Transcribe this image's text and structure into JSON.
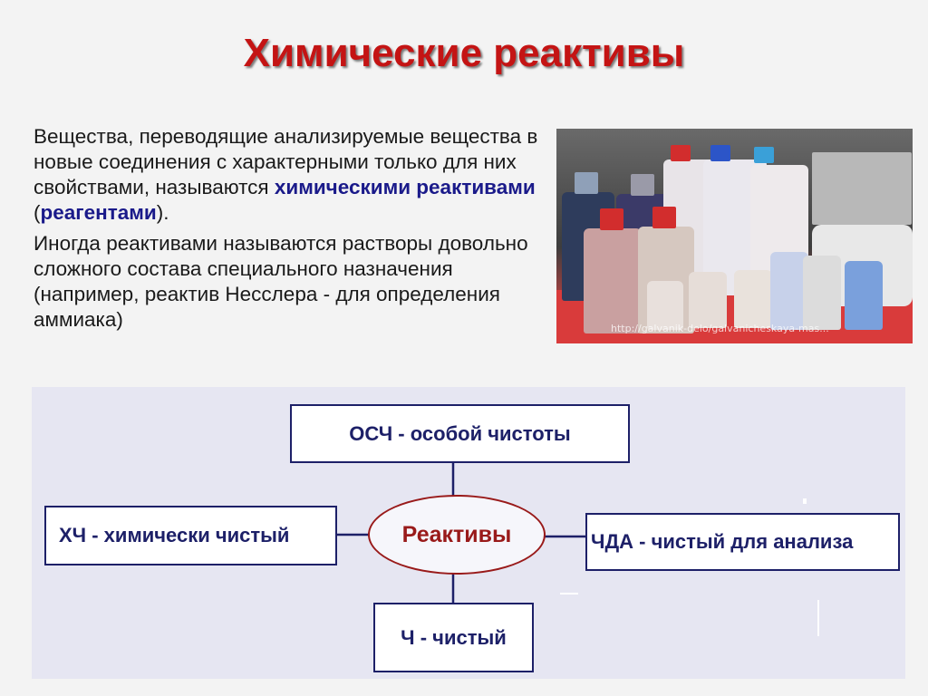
{
  "slide": {
    "title": "Химические реактивы",
    "paragraph1": {
      "part1": "Вещества, переводящие анализируемые вещества в новые соединения с характерными только для них свойствами, называются ",
      "highlight1": "химическими реактивами",
      "part2": " (",
      "highlight2": "реагентами",
      "part3": ")."
    },
    "paragraph2": "Иногда реактивами называются растворы довольно сложного состава специального назначения (например, реактив Несслера - для определения аммиака)",
    "photo": {
      "watermark": "http://galvanik-delo/galvanicheskaya-mas..."
    },
    "diagram": {
      "center": "Реактивы",
      "top": "ОСЧ - особой чистоты",
      "left": "ХЧ - химически чистый",
      "right": "ЧДА - чистый для анализа",
      "bottom": "Ч - чистый"
    },
    "colors": {
      "title": "#c41414",
      "highlight": "#1a1a8a",
      "box_border": "#1d2068",
      "ellipse": "#991a1a"
    }
  }
}
